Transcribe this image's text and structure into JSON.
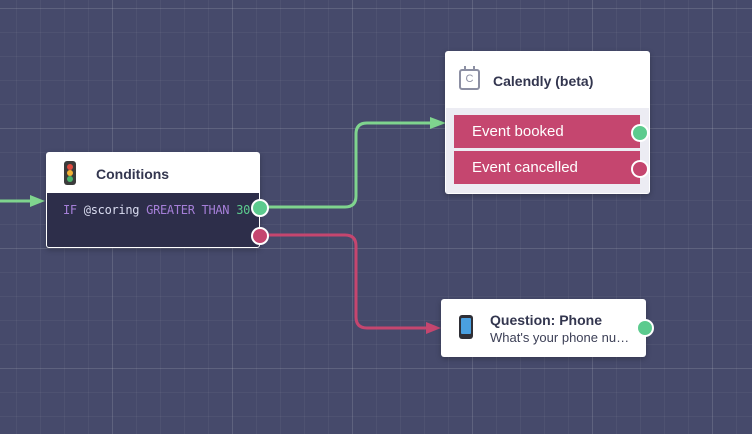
{
  "colors": {
    "canvas": "#464a6b",
    "success_link": "#7fd48e",
    "failure_link": "#c5466f",
    "port_green": "#5ccb8e",
    "port_red": "#c5466f",
    "option_bg": "#c5466f"
  },
  "conditions_node": {
    "title": "Conditions",
    "icon": "traffic-light-icon",
    "condition": {
      "keyword_if": "IF",
      "variable": "@scoring",
      "operator": "GREATER THAN",
      "value": "30"
    }
  },
  "calendly_node": {
    "title": "Calendly (beta)",
    "icon": "calendar-icon",
    "icon_letter": "C",
    "options": [
      {
        "label": "Event booked"
      },
      {
        "label": "Event cancelled"
      }
    ]
  },
  "question_node": {
    "title": "Question: Phone",
    "icon": "mobile-phone-icon",
    "subtitle": "What's your phone number?"
  }
}
